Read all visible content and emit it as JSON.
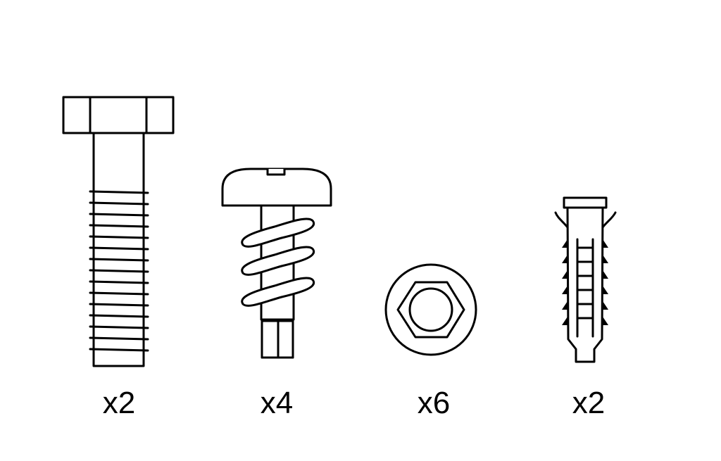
{
  "items": [
    {
      "icon": "hex-bolt-icon",
      "quantity": "x2"
    },
    {
      "icon": "self-tapping-screw-icon",
      "quantity": "x4"
    },
    {
      "icon": "hex-nut-icon",
      "quantity": "x6"
    },
    {
      "icon": "wall-plug-icon",
      "quantity": "x2"
    }
  ],
  "colors": {
    "line": "#000000",
    "background": "#ffffff"
  }
}
